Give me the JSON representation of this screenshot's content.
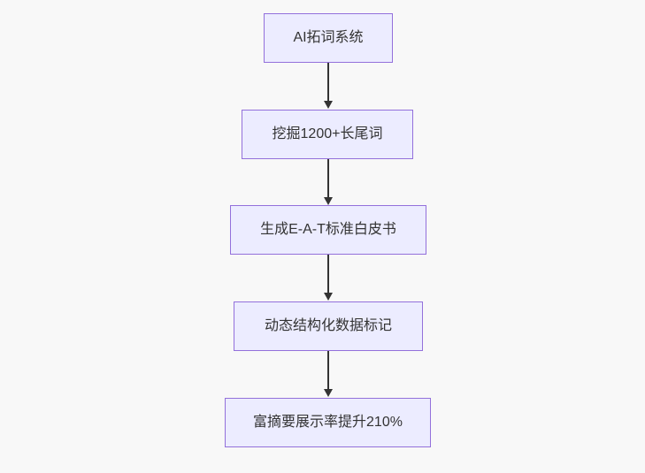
{
  "diagram": {
    "type": "flowchart-vertical",
    "background_color": "#f8f8f8",
    "node_fill_color": "#ECECFF",
    "node_border_color": "#9370DB",
    "node_text_color": "#333333",
    "arrow_color": "#333333",
    "nodes": [
      {
        "id": "n1",
        "label": "AI拓词系统"
      },
      {
        "id": "n2",
        "label": "挖掘1200+长尾词"
      },
      {
        "id": "n3",
        "label": "生成E-A-T标准白皮书"
      },
      {
        "id": "n4",
        "label": "动态结构化数据标记"
      },
      {
        "id": "n5",
        "label": "富摘要展示率提升210%"
      }
    ],
    "edges": [
      {
        "from": "n1",
        "to": "n2"
      },
      {
        "from": "n2",
        "to": "n3"
      },
      {
        "from": "n3",
        "to": "n4"
      },
      {
        "from": "n4",
        "to": "n5"
      }
    ]
  }
}
